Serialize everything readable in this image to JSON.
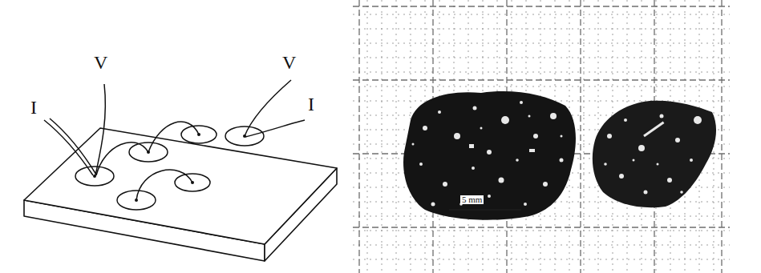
{
  "diagram": {
    "labels": [
      "V",
      "V",
      "I",
      "I",
      "5 mm"
    ]
  }
}
